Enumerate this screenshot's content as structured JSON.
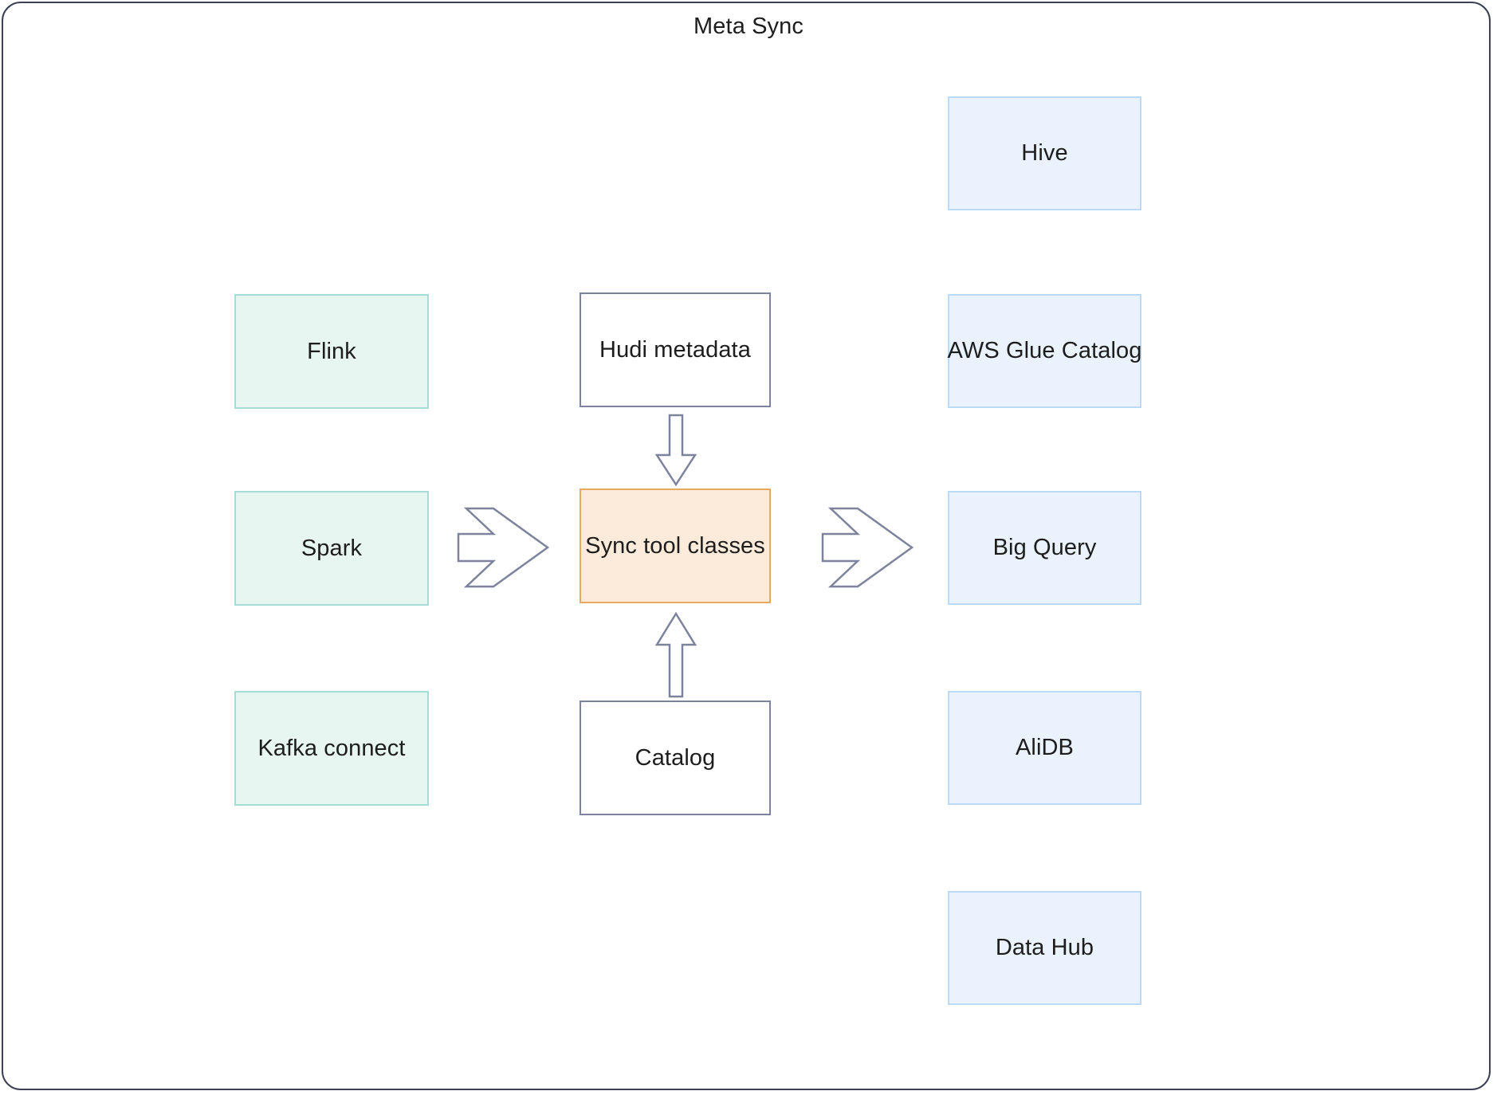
{
  "diagram": {
    "title": "Meta Sync",
    "frame_border_color": "#3d3f56",
    "background": "#ffffff"
  },
  "palette": {
    "source_fill": "#e8f6f2",
    "source_border": "#a5ded6",
    "plain_fill": "#ffffff",
    "plain_border": "#7d839c",
    "center_fill": "#fcebda",
    "center_border": "#e8a95e",
    "sink_fill": "#eaf2fd",
    "sink_border": "#badaf5",
    "arrow_stroke": "#7d839c",
    "text_color": "#1d1d1d"
  },
  "nodes": {
    "sources": [
      {
        "id": "flink",
        "label": "Flink"
      },
      {
        "id": "spark",
        "label": "Spark"
      },
      {
        "id": "kafka-connect",
        "label": "Kafka connect"
      }
    ],
    "inputs": [
      {
        "id": "hudi-metadata",
        "label": "Hudi metadata"
      },
      {
        "id": "catalog",
        "label": "Catalog"
      }
    ],
    "processor": {
      "id": "sync-tool-classes",
      "label": "Sync tool classes"
    },
    "sinks": [
      {
        "id": "hive",
        "label": "Hive"
      },
      {
        "id": "aws-glue-catalog",
        "label": "AWS Glue Catalog"
      },
      {
        "id": "big-query",
        "label": "Big Query"
      },
      {
        "id": "alidb",
        "label": "AliDB"
      },
      {
        "id": "data-hub",
        "label": "Data Hub"
      }
    ]
  },
  "connections": [
    {
      "id": "sources-to-processor",
      "from": "sources",
      "to": "sync-tool-classes",
      "direction": "right",
      "style": "hollow-chevron"
    },
    {
      "id": "hudi-to-processor",
      "from": "hudi-metadata",
      "to": "sync-tool-classes",
      "direction": "down",
      "style": "hollow-block-arrow"
    },
    {
      "id": "catalog-to-processor",
      "from": "catalog",
      "to": "sync-tool-classes",
      "direction": "up",
      "style": "hollow-block-arrow"
    },
    {
      "id": "processor-to-sinks",
      "from": "sync-tool-classes",
      "to": "sinks",
      "direction": "right",
      "style": "hollow-chevron"
    }
  ]
}
